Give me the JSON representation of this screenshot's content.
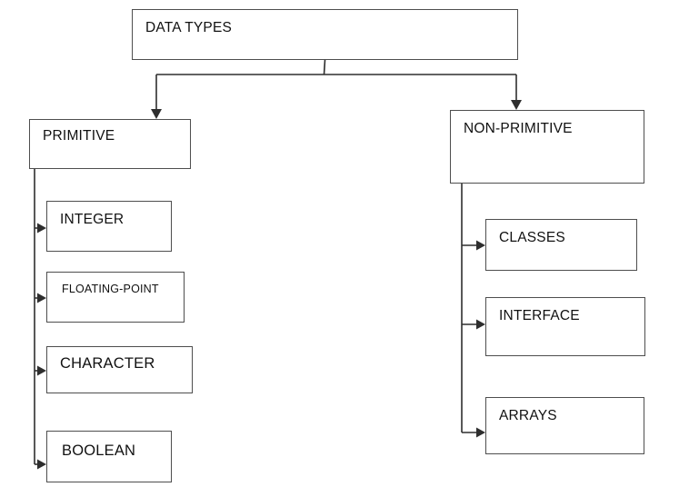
{
  "diagram": {
    "root": {
      "label": "DATA TYPES"
    },
    "branches": [
      {
        "label": "PRIMITIVE",
        "children": [
          {
            "label": "INTEGER"
          },
          {
            "label": "FLOATING-POINT"
          },
          {
            "label": "CHARACTER"
          },
          {
            "label": "BOOLEAN"
          }
        ]
      },
      {
        "label": "NON-PRIMITIVE",
        "children": [
          {
            "label": "CLASSES"
          },
          {
            "label": "INTERFACE"
          },
          {
            "label": "ARRAYS"
          }
        ]
      }
    ]
  },
  "colors": {
    "background": "#ffffff",
    "box_border": "#4e4e4e",
    "connector": "#2e2e2e",
    "text": "#111111"
  }
}
